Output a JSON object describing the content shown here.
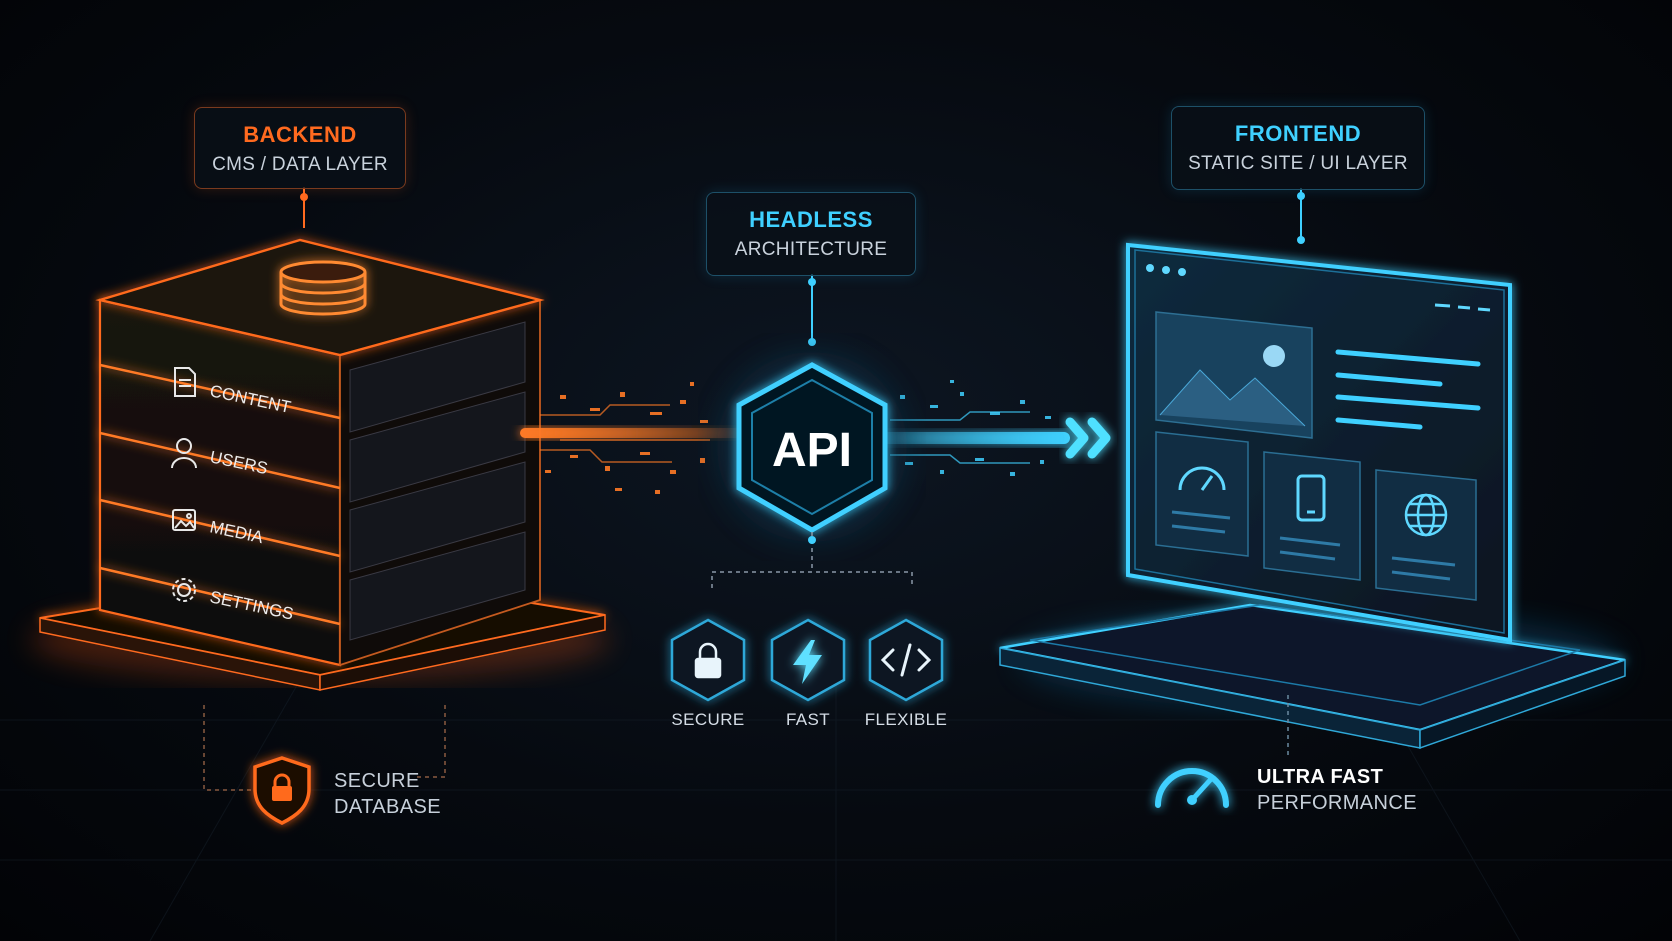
{
  "backend": {
    "title": "BACKEND",
    "subtitle": "CMS / DATA LAYER"
  },
  "headless": {
    "title": "HEADLESS",
    "subtitle": "ARCHITECTURE"
  },
  "frontend": {
    "title": "FRONTEND",
    "subtitle": "STATIC SITE / UI LAYER"
  },
  "server_layers": [
    "CONTENT",
    "USERS",
    "MEDIA",
    "SETTINGS"
  ],
  "api": {
    "label": "API"
  },
  "features": [
    {
      "label": "SECURE",
      "icon": "lock-icon"
    },
    {
      "label": "FAST",
      "icon": "lightning-icon"
    },
    {
      "label": "FLEXIBLE",
      "icon": "code-icon"
    }
  ],
  "secure_database": {
    "line1": "SECURE",
    "line2": "DATABASE",
    "icon": "shield-lock-icon"
  },
  "performance": {
    "line1": "ULTRA FAST",
    "line2": "PERFORMANCE",
    "icon": "speedometer-icon"
  },
  "colors": {
    "backend": "#ff6a1f",
    "accent": "#3fd0ff",
    "background": "#05080d"
  }
}
